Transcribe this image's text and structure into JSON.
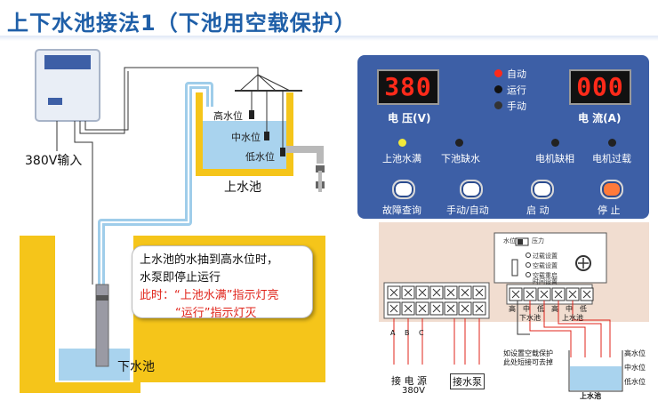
{
  "title": "上下水池接法1（下池用空载保护）",
  "left": {
    "input_label": "380V输入",
    "upper_tank": "上水池",
    "high_level": "高水位",
    "mid_level": "中水位",
    "low_level": "低水位",
    "lower_tank": "下水池",
    "callout_line1": "上水池的水抽到高水位时，",
    "callout_line2": "水泵即停止运行",
    "callout_line3": "此时：“上池水满”指示灯亮",
    "callout_line4": "“运行”指示灯灭"
  },
  "panel": {
    "voltage_value": "380",
    "current_value": "000",
    "voltage_label": "电  压(V)",
    "current_label": "电  流(A)",
    "status_auto": "自动",
    "status_run": "运行",
    "status_manual": "手动",
    "ind_full": "上池水满",
    "ind_short": "下池缺水",
    "ind_phase": "电机缺相",
    "ind_over": "电机过载",
    "btn_fault": "故障查询",
    "btn_mode": "手动/自动",
    "btn_start": "启  动",
    "btn_stop": "停  止"
  },
  "board": {
    "switch_label_top": "水位",
    "switch_label_right": "压力",
    "opt1": "过载设置",
    "opt2": "空载设置",
    "opt3": "空载重启",
    "opt3b": "时间设置",
    "term_A": "A",
    "term_B": "B",
    "term_C": "C",
    "power_label": "接 电 源",
    "power_voltage": "380V",
    "pump_label": "接水泵",
    "hi_labels": [
      "高",
      "中",
      "低"
    ],
    "lo_tank_label": "下水池",
    "up_tank_label": "上水池",
    "note1": "如设置空载保护",
    "note2": "此处短接可去掉",
    "r_high": "高水位",
    "r_mid": "中水位",
    "r_low": "低水位",
    "r_tank": "上水池"
  },
  "colors": {
    "title": "#1f5fa8",
    "tank_fill": "#f5c51a",
    "water": "#a9d3ee",
    "panel": "#3d5fa6",
    "led_red": "#ff2a1a",
    "red_text": "#e0241b"
  }
}
